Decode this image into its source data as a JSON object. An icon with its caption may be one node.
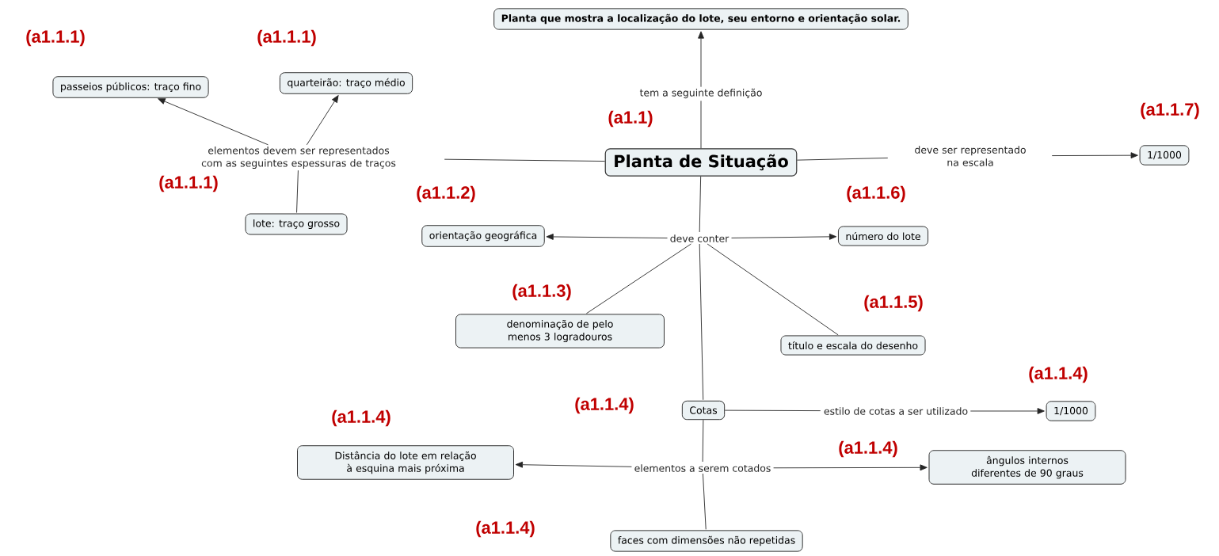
{
  "diagram": {
    "nodes": [
      {
        "text": [
          "Planta de Situação"
        ]
      },
      {
        "text": [
          "Planta que mostra a localização do lote, seu entorno e orientação solar."
        ]
      },
      {
        "text": [
          "tem a seguinte definição"
        ]
      },
      {
        "text": [
          "elementos devem ser representados com as seguintes espessuras de traços"
        ]
      },
      {
        "text": [
          "passeios públicos: traço fino"
        ]
      },
      {
        "text": [
          "quarteirão: traço médio"
        ]
      },
      {
        "text": [
          "lote: traço grosso"
        ]
      },
      {
        "text": [
          "deve ser representado na escala"
        ]
      },
      {
        "text": [
          "1/1000"
        ]
      },
      {
        "text": [
          "deve conter"
        ]
      },
      {
        "text": [
          "orientação geográfica"
        ]
      },
      {
        "text": [
          "número do lote"
        ]
      },
      {
        "text": [
          "denominação de pelo menos 3 logradouros"
        ]
      },
      {
        "text": [
          "título e escala do desenho"
        ]
      },
      {
        "text": [
          "Cotas"
        ]
      },
      {
        "text": [
          "estilo de cotas a ser utilizado"
        ]
      },
      {
        "text": [
          "1/1000"
        ]
      },
      {
        "text": [
          "elementos a serem cotados"
        ]
      },
      {
        "text": [
          "Distância do lote em relação à esquina mais próxima"
        ]
      },
      {
        "text": [
          "ângulos internos diferentes de 90 graus"
        ]
      },
      {
        "text": [
          "faces com dimensões não repetidas"
        ]
      }
    ],
    "edges": [
      {
        "from": 0,
        "to": 2,
        "arrow": "none"
      },
      {
        "from": 2,
        "to": 1,
        "arrow": "to"
      },
      {
        "from": 0,
        "to": 3,
        "arrow": "none"
      },
      {
        "from": 3,
        "to": 4,
        "arrow": "to"
      },
      {
        "from": 3,
        "to": 5,
        "arrow": "to"
      },
      {
        "from": 3,
        "to": 6,
        "arrow": "none"
      },
      {
        "from": 0,
        "to": 7,
        "arrow": "none"
      },
      {
        "from": 7,
        "to": 8,
        "arrow": "to"
      },
      {
        "from": 0,
        "to": 9,
        "arrow": "none"
      },
      {
        "from": 9,
        "to": 10,
        "arrow": "to"
      },
      {
        "from": 9,
        "to": 11,
        "arrow": "to"
      },
      {
        "from": 9,
        "to": 12,
        "arrow": "none"
      },
      {
        "from": 9,
        "to": 13,
        "arrow": "none"
      },
      {
        "from": 9,
        "to": 14,
        "arrow": "none"
      },
      {
        "from": 14,
        "to": 15,
        "arrow": "none"
      },
      {
        "from": 15,
        "to": 16,
        "arrow": "to"
      },
      {
        "from": 14,
        "to": 17,
        "arrow": "none"
      },
      {
        "from": 17,
        "to": 18,
        "arrow": "to"
      },
      {
        "from": 17,
        "to": 19,
        "arrow": "to"
      },
      {
        "from": 17,
        "to": 20,
        "arrow": "none"
      }
    ],
    "labels": [
      "(a1.1.1)",
      "(a1.1.1)",
      "(a1.1.7)",
      "(a1.1)",
      "(a1.1.1)",
      "(a1.1.2)",
      "(a1.1.6)",
      "(a1.1.3)",
      "(a1.1.5)",
      "(a1.1.4)",
      "(a1.1.4)",
      "(a1.1.4)",
      "(a1.1.4)",
      "(a1.1.4)"
    ]
  }
}
